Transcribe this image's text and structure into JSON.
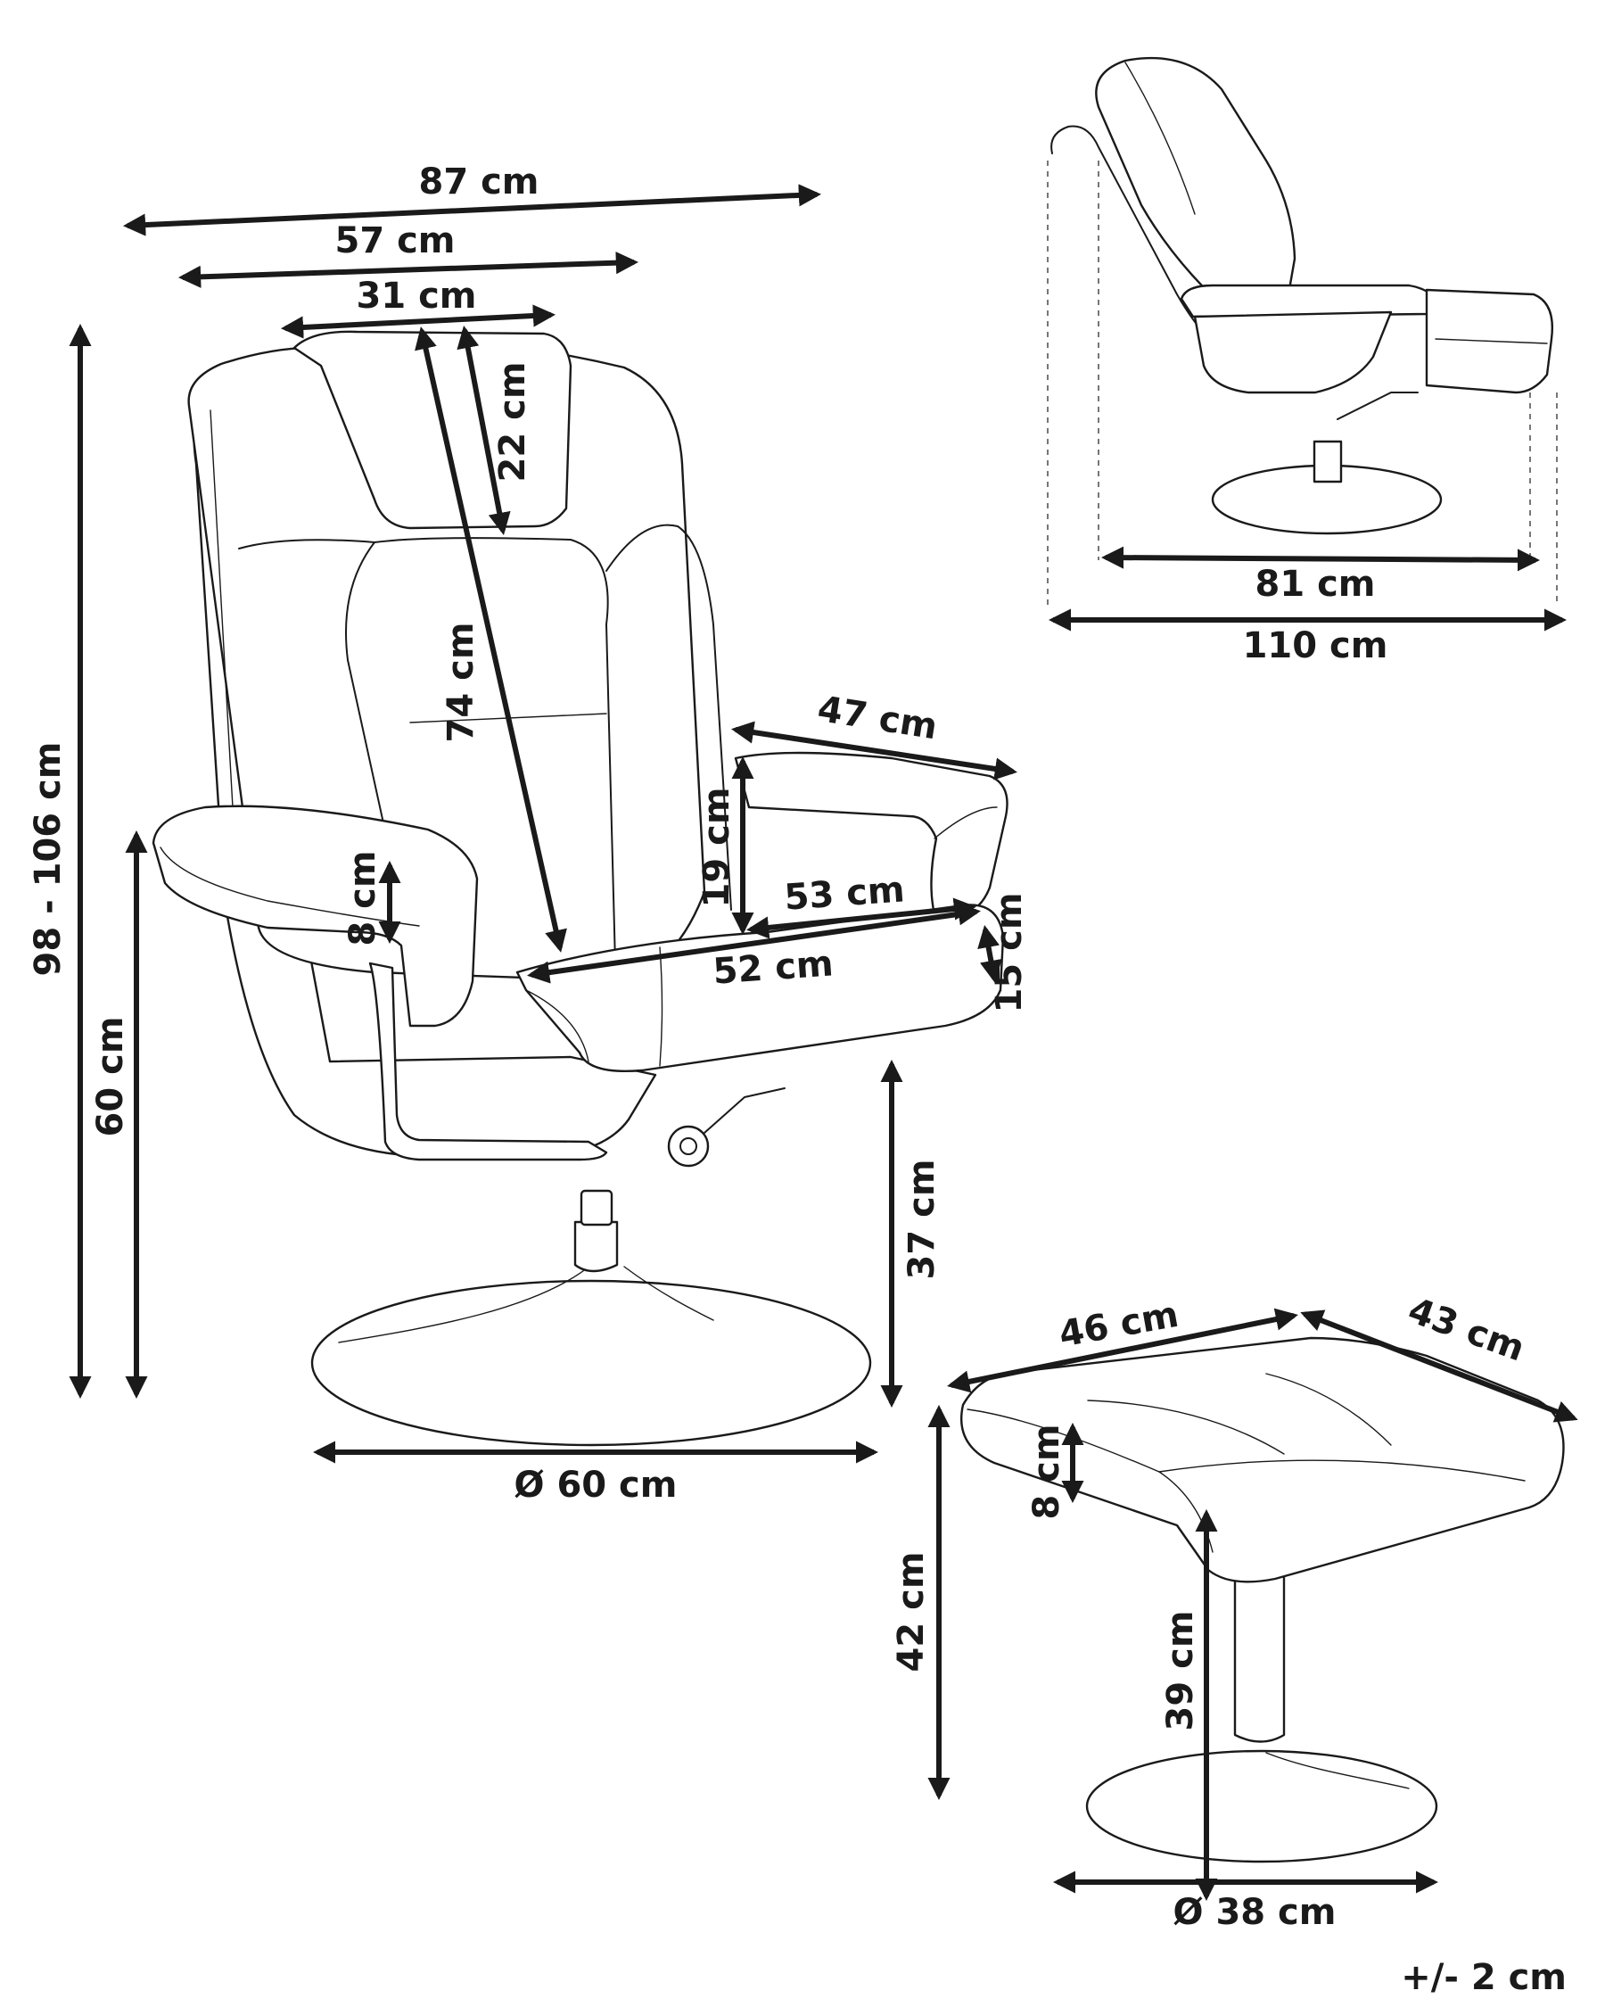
{
  "colors": {
    "ink": "#1a1a1a",
    "background": "#ffffff"
  },
  "labels": {
    "width_87": "87 cm",
    "width_57": "57 cm",
    "width_31": "31 cm",
    "height_22": "22 cm",
    "back_74": "74 cm",
    "height_total": "98 - 106 cm",
    "height_arm": "60 cm",
    "arm_8": "8 cm",
    "arm_47": "47 cm",
    "arm_19": "19 cm",
    "seat_53": "53 cm",
    "seat_52": "52 cm",
    "seat_15": "15 cm",
    "seat_h_37": "37 cm",
    "base_60": "Ø 60 cm",
    "side_81": "81 cm",
    "side_110": "110 cm",
    "stool_46": "46 cm",
    "stool_43": "43 cm",
    "stool_8": "8 cm",
    "stool_42": "42 cm",
    "stool_39": "39 cm",
    "stool_base": "Ø 38 cm",
    "tolerance": "+/- 2 cm"
  }
}
